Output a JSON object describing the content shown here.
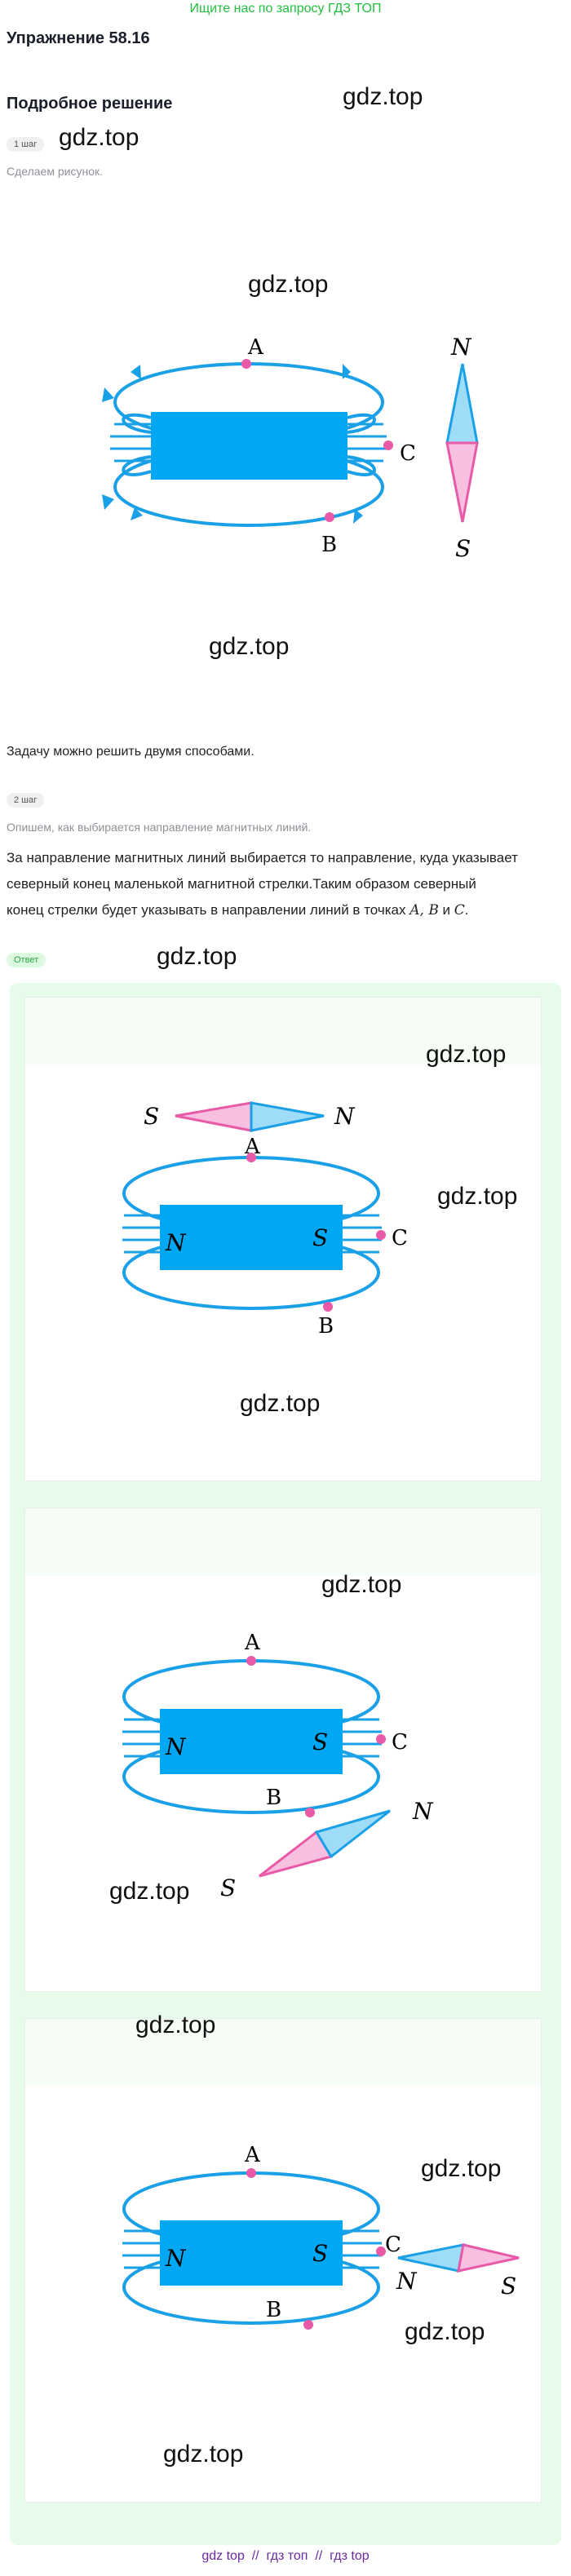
{
  "promo": "Ищите нас по запросу ГДЗ ТОП",
  "title": "Упражнение 58.16",
  "subtitle": "Подробное решение",
  "watermark": "gdz.top",
  "step1": {
    "badge": "1 шаг",
    "caption": "Сделаем рисунок."
  },
  "text_two_ways": "Задачу можно решить двумя способами.",
  "step2": {
    "badge": "2 шаг",
    "caption": "Опишем, как выбирается направление магнитных линий.",
    "text_line1": "За направление магнитных линий выбирается то направление, куда указывает",
    "text_line2": "северный конец маленькой магнитной стрелки.Таким образом северный",
    "text_line3": "конец стрелки будет указывать в направлении линий в точках",
    "text_points": "A, B",
    "text_and": " и ",
    "text_last_point": "C",
    "text_end": "."
  },
  "answer_badge": "Ответ",
  "labels": {
    "A": "A",
    "B": "B",
    "C": "C",
    "N": "N",
    "S": "S"
  },
  "footer": {
    "link1": "gdz top",
    "sep1": "//",
    "link2": "гдз топ",
    "sep2": "//",
    "link3": "гдз top"
  },
  "colors": {
    "magnet": "#00a8f3",
    "field_line": "#1aa0e6",
    "point": "#e85aa8",
    "needle_north": "#9fdcf7",
    "needle_south": "#f7bfe0",
    "promo": "#22c03c",
    "answer_bg": "#e6fbe9"
  }
}
